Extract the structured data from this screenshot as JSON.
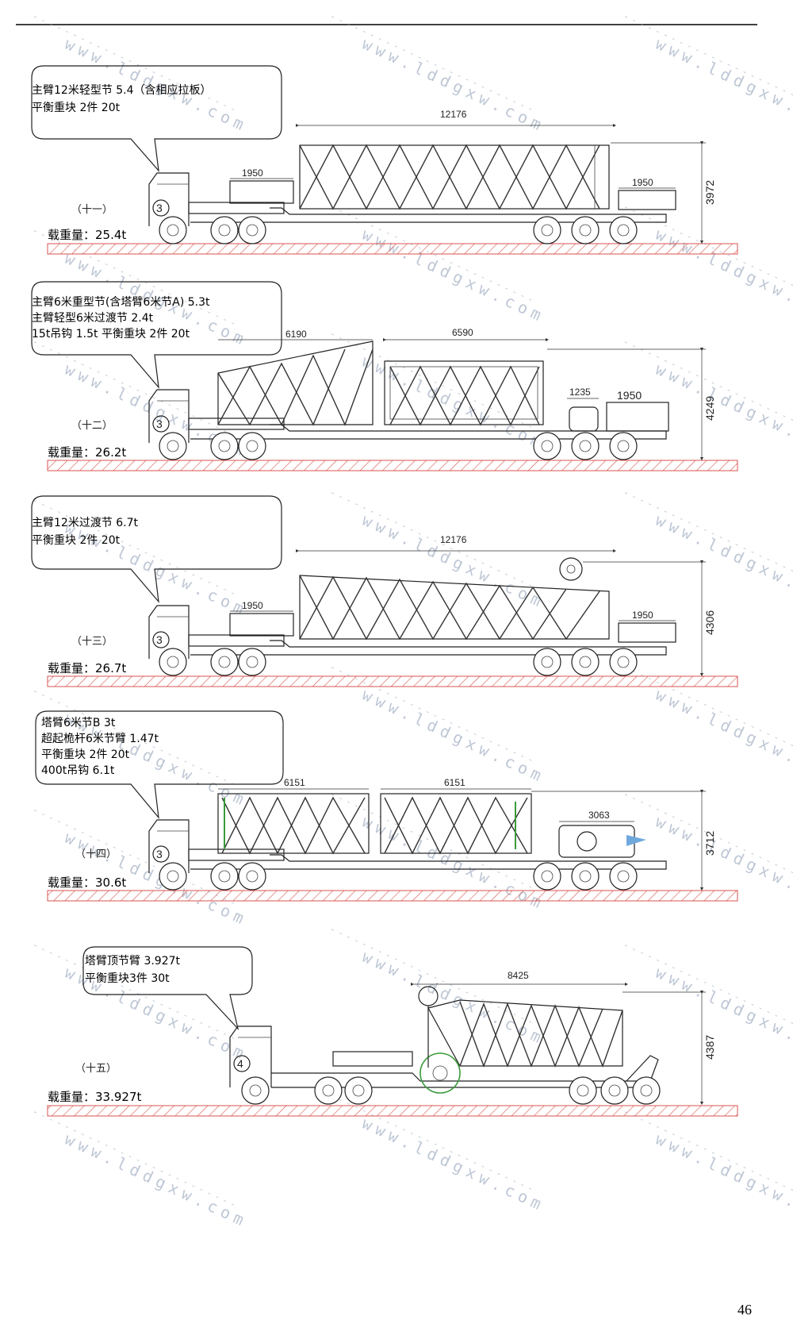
{
  "page_number": "46",
  "watermark_text": "www.lddgxw.com",
  "colors": {
    "ground_hatch": "#d9534f",
    "watermark": "#8a9bb4",
    "accent_green": "#3a9a3a",
    "accent_blue": "#6fa8dc"
  },
  "panels": [
    {
      "id": "11",
      "label": "（十一）",
      "truck_no": "3",
      "callout_lines": [
        "主臂12米轻型节 5.4（含相应拉板）",
        "平衡重块 2件 20t"
      ],
      "load": "载重量：25.4t",
      "dims": {
        "main": "12176",
        "block_front": "1950",
        "block_rear": "1950",
        "height": "3972"
      }
    },
    {
      "id": "12",
      "label": "（十二）",
      "truck_no": "3",
      "callout_lines": [
        "主臂6米重型节(含塔臂6米节A) 5.3t",
        "主臂轻型6米过渡节 2.4t",
        "15t吊钩 1.5t      平衡重块 2件 20t"
      ],
      "load": "载重量：26.2t",
      "dims": {
        "left_span": "6190",
        "right_span": "6590",
        "hook": "1235",
        "block_rear": "1950",
        "height": "4249"
      }
    },
    {
      "id": "13",
      "label": "（十三）",
      "truck_no": "3",
      "callout_lines": [
        "主臂12米过渡节 6.7t",
        "平衡重块 2件 20t"
      ],
      "load": "载重量：26.7t",
      "dims": {
        "main": "12176",
        "block_front": "1950",
        "block_rear": "1950",
        "height": "4306"
      }
    },
    {
      "id": "14",
      "label": "（十四）",
      "truck_no": "3",
      "callout_lines": [
        "塔臂6米节B  3t",
        "超起桅杆6米节臂 1.47t",
        "平衡重块 2件 20t",
        "400t吊钩 6.1t"
      ],
      "load": "载重量：30.6t",
      "dims": {
        "left_span": "6151",
        "right_span": "6151",
        "hook": "3063",
        "height": "3712"
      }
    },
    {
      "id": "15",
      "label": "（十五）",
      "truck_no": "4",
      "callout_lines": [
        "塔臂顶节臂  3.927t",
        "平衡重块3件  30t"
      ],
      "load": "载重量：33.927t",
      "dims": {
        "main": "8425",
        "height": "4387"
      }
    }
  ]
}
